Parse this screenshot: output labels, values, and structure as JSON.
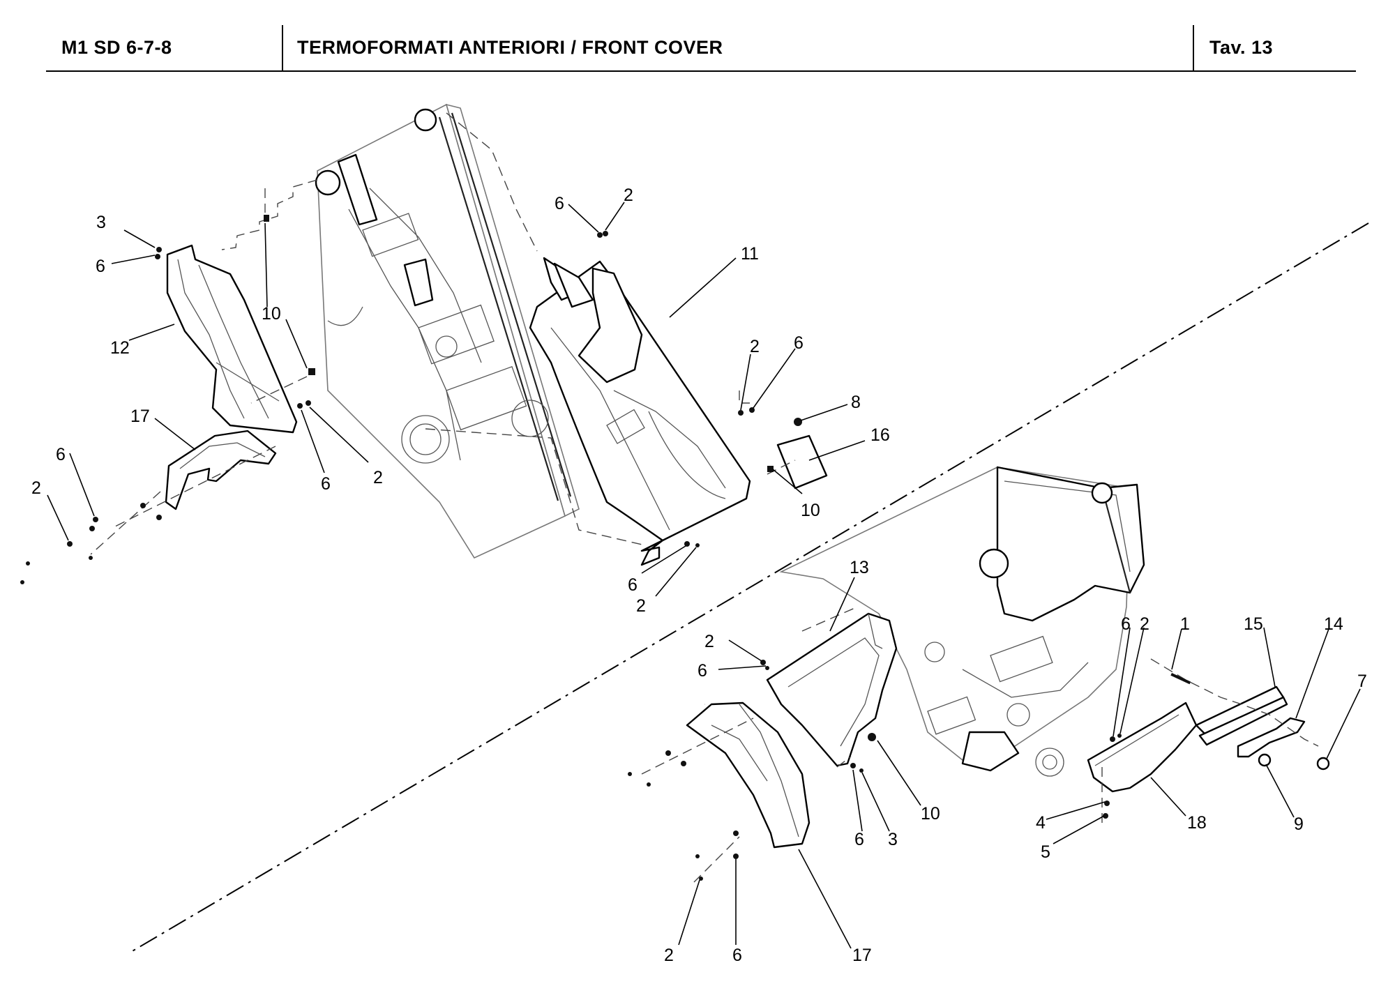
{
  "header": {
    "model": "M1 SD 6-7-8",
    "title": "TERMOFORMATI ANTERIORI / FRONT COVER",
    "table": "Tav.  13"
  },
  "callouts": [
    {
      "id": "c3-a",
      "text": "3"
    },
    {
      "id": "c6-a",
      "text": "6"
    },
    {
      "id": "c12",
      "text": "12"
    },
    {
      "id": "c10-a",
      "text": "10"
    },
    {
      "id": "c17-a",
      "text": "17"
    },
    {
      "id": "c6-b",
      "text": "6"
    },
    {
      "id": "c2-a",
      "text": "2"
    },
    {
      "id": "c6-c",
      "text": "6"
    },
    {
      "id": "c2-b",
      "text": "2"
    },
    {
      "id": "c6-d",
      "text": "6"
    },
    {
      "id": "c2-c",
      "text": "2"
    },
    {
      "id": "c11",
      "text": "11"
    },
    {
      "id": "c2-d",
      "text": "2"
    },
    {
      "id": "c6-e",
      "text": "6"
    },
    {
      "id": "c8",
      "text": "8"
    },
    {
      "id": "c16",
      "text": "16"
    },
    {
      "id": "c10-b",
      "text": "10"
    },
    {
      "id": "c6-f",
      "text": "6"
    },
    {
      "id": "c2-e",
      "text": "2"
    },
    {
      "id": "c13",
      "text": "13"
    },
    {
      "id": "c2-f",
      "text": "2"
    },
    {
      "id": "c6-g",
      "text": "6"
    },
    {
      "id": "c6-h",
      "text": "6"
    },
    {
      "id": "c2-g",
      "text": "2"
    },
    {
      "id": "c1",
      "text": "1"
    },
    {
      "id": "c15",
      "text": "15"
    },
    {
      "id": "c14",
      "text": "14"
    },
    {
      "id": "c7",
      "text": "7"
    },
    {
      "id": "c10-c",
      "text": "10"
    },
    {
      "id": "c6-i",
      "text": "6"
    },
    {
      "id": "c3-b",
      "text": "3"
    },
    {
      "id": "c4",
      "text": "4"
    },
    {
      "id": "c5",
      "text": "5"
    },
    {
      "id": "c18",
      "text": "18"
    },
    {
      "id": "c9",
      "text": "9"
    },
    {
      "id": "c17-b",
      "text": "17"
    },
    {
      "id": "c2-h",
      "text": "2"
    },
    {
      "id": "c6-j",
      "text": "6"
    }
  ]
}
